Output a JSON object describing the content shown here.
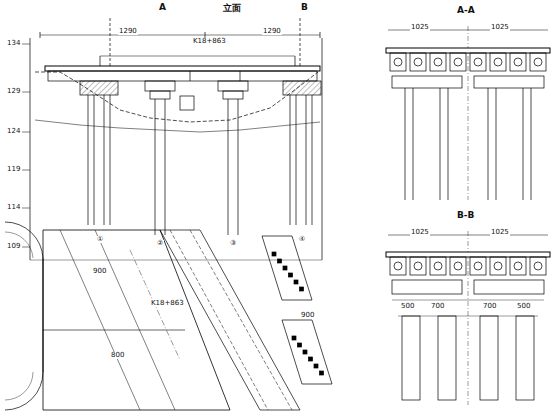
{
  "diagram": {
    "labels": [
      "A",
      "B",
      "立面",
      "1290",
      "1290",
      "K18+863",
      "134",
      "129",
      "124",
      "119",
      "114",
      "109",
      "①",
      "②",
      "③",
      "④",
      "A-A",
      "1025",
      "1025",
      "B-B",
      "1025",
      "1025",
      "500",
      "700",
      "700",
      "500",
      "K18+863",
      "900",
      "800",
      "900"
    ]
  }
}
